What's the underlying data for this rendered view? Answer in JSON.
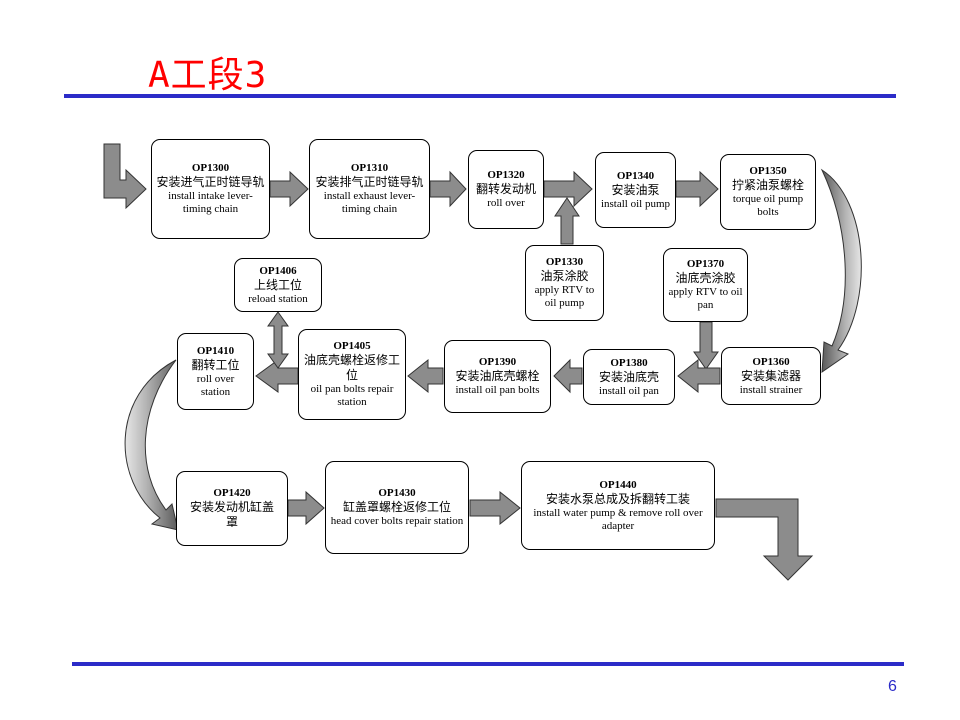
{
  "header": {
    "title": "A工段3",
    "page_number": "6"
  },
  "colors": {
    "title": "#ff0000",
    "rule": "#2b2bc8",
    "arrow_fill": "#8c8c8c",
    "arrow_stroke": "#333333"
  },
  "steps": {
    "op1300": {
      "code": "OP1300",
      "cn": "安装进气正时链导轨",
      "en": "install intake lever-timing chain"
    },
    "op1310": {
      "code": "OP1310",
      "cn": "安装排气正时链导轨",
      "en": "install exhaust lever- timing chain"
    },
    "op1320": {
      "code": "OP1320",
      "cn": "翻转发动机",
      "en": "roll over"
    },
    "op1330": {
      "code": "OP1330",
      "cn": "油泵涂胶",
      "en": "apply RTV to oil pump"
    },
    "op1340": {
      "code": "OP1340",
      "cn": "安装油泵",
      "en": "install oil pump"
    },
    "op1350": {
      "code": "OP1350",
      "cn": "拧紧油泵螺栓",
      "en": "torque oil pump bolts"
    },
    "op1360": {
      "code": "OP1360",
      "cn": "安装集滤器",
      "en": "install strainer"
    },
    "op1370": {
      "code": "OP1370",
      "cn": "油底壳涂胶",
      "en": "apply RTV to oil pan"
    },
    "op1380": {
      "code": "OP1380",
      "cn": "安装油底壳",
      "en": "install oil pan"
    },
    "op1390": {
      "code": "OP1390",
      "cn": "安装油底壳螺栓",
      "en": "install oil pan bolts"
    },
    "op1405": {
      "code": "OP1405",
      "cn": "油底壳螺栓返修工位",
      "en": "oil pan bolts repair station"
    },
    "op1406": {
      "code": "OP1406",
      "cn": "上线工位",
      "en": "reload station"
    },
    "op1410": {
      "code": "OP1410",
      "cn": "翻转工位",
      "en": "roll over station"
    },
    "op1420": {
      "code": "OP1420",
      "cn": "安装发动机缸盖罩",
      "en": ""
    },
    "op1430": {
      "code": "OP1430",
      "cn": "缸盖罩螺栓返修工位",
      "en": "head cover bolts repair station"
    },
    "op1440": {
      "code": "OP1440",
      "cn": "安装水泵总成及拆翻转工装",
      "en": "install water pump & remove roll over adapter"
    }
  }
}
